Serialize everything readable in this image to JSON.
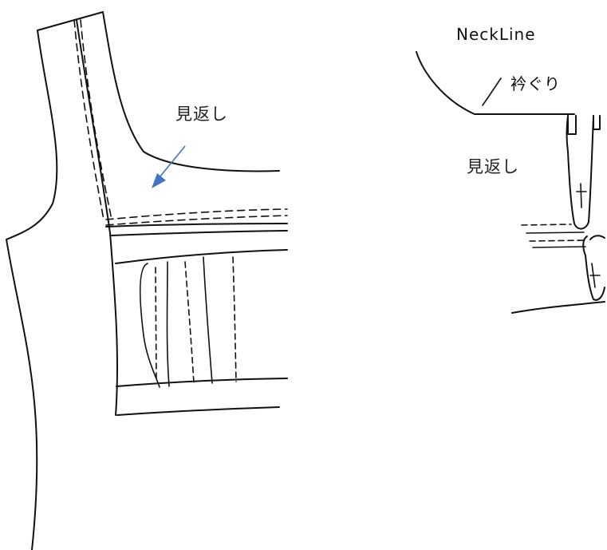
{
  "labels": {
    "facing_left": "見返し",
    "neckline_en": "NeckLine",
    "neckline_jp": "衿ぐり",
    "facing_right": "見返し"
  },
  "colors": {
    "ink": "#111111",
    "arrow": "#4472C4"
  }
}
